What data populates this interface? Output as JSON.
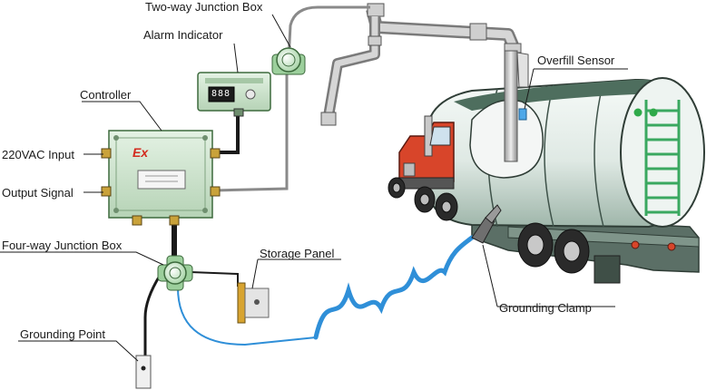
{
  "labels": {
    "two_way_junction_box": "Two-way Junction Box",
    "alarm_indicator": "Alarm Indicator",
    "controller": "Controller",
    "input_220vac": "220VAC  Input",
    "output_signal": "Output Signal",
    "four_way_junction_box": "Four-way Junction Box",
    "storage_panel": "Storage Panel",
    "grounding_point": "Grounding Point",
    "overfill_sensor": "Overfill Sensor",
    "grounding_clamp": "Grounding Clamp"
  },
  "controller_mark": "Ex",
  "alarm_display": "888",
  "colors": {
    "equipment_green": "#cfe6cf",
    "equipment_edge": "#5d7a5d",
    "cable_blue": "#2f8fd8",
    "cable_grey": "#8a8a8a",
    "tank_light": "#e8f0ee",
    "tank_dark": "#4e6e5e",
    "cab_red": "#d8452a",
    "ladder_green": "#3aa860"
  },
  "icons": {
    "controller": "explosion-proof-box-icon",
    "alarm": "alarm-indicator-icon",
    "junction": "junction-box-icon",
    "truck": "tanker-truck-icon"
  }
}
